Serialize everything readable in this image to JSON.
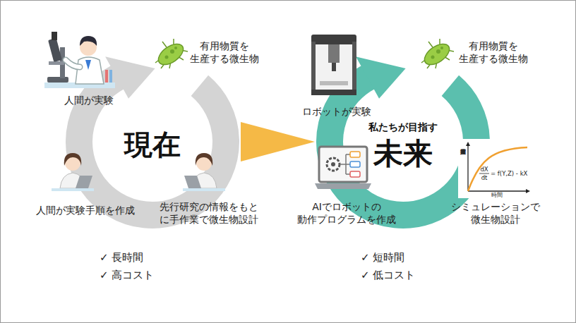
{
  "diagram": {
    "nodes": [
      {
        "text": [
          "現在"
        ]
      },
      {
        "text": [
          "私たちが目指す",
          "未来"
        ]
      }
    ],
    "edges": [
      {
        "from": 0,
        "to": 1,
        "arrow": "to"
      }
    ],
    "labels": [
      "人間が実験",
      "有用物質を 生産する微生物",
      "人間が実験手順を作成",
      "先行研究の情報をもと に手作業で微生物設計",
      "✓ 長時間",
      "✓ 高コスト",
      "ロボットが実験",
      "有用物質を 生産する微生物",
      "AIでロボットの 動作プログラムを作成",
      "シミュレーションで 微生物設計",
      "有用物質濃度",
      "時間",
      "dX",
      "dt",
      "= f(Y,Z) - kX",
      "✓ 短時間",
      "✓ 低コスト"
    ]
  }
}
